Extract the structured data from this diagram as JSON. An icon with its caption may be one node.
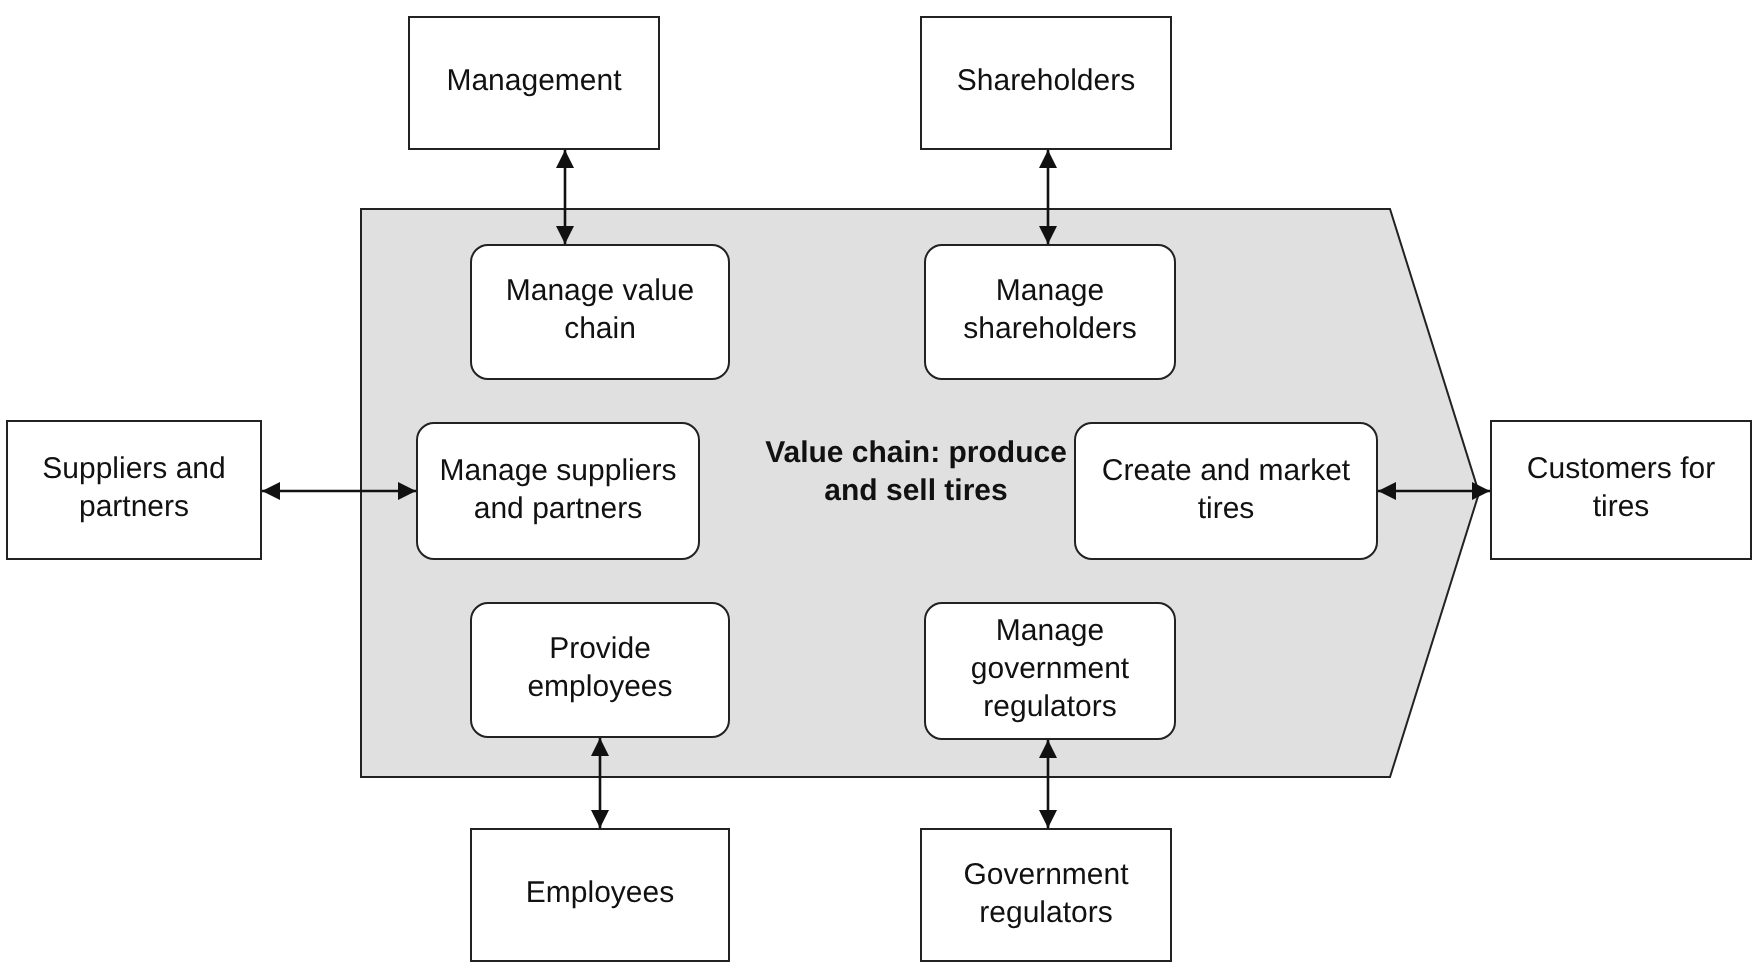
{
  "diagram": {
    "nodes": [
      {
        "text": [
          "Management"
        ]
      },
      {
        "text": [
          "Shareholders"
        ]
      },
      {
        "text": [
          "Suppliers and partners"
        ]
      },
      {
        "text": [
          "Value chain: produce and sell tires"
        ]
      },
      {
        "text": [
          "Manage value chain"
        ],
        "in": 3
      },
      {
        "text": [
          "Manage shareholders"
        ],
        "in": 3
      },
      {
        "text": [
          "Manage suppliers and partners"
        ],
        "in": 3
      },
      {
        "text": [
          "Create and market tires"
        ],
        "in": 3
      },
      {
        "text": [
          "Provide employees"
        ],
        "in": 3
      },
      {
        "text": [
          "Manage government regulators"
        ],
        "in": 3
      },
      {
        "text": [
          "Customers for tires"
        ]
      },
      {
        "text": [
          "Employees"
        ]
      },
      {
        "text": [
          "Government regulators"
        ]
      }
    ],
    "edges": [
      {
        "from": 0,
        "to": 4,
        "arrow": "both"
      },
      {
        "from": 1,
        "to": 5,
        "arrow": "both"
      },
      {
        "from": 2,
        "to": 6,
        "arrow": "both"
      },
      {
        "from": 7,
        "to": 10,
        "arrow": "both"
      },
      {
        "from": 8,
        "to": 11,
        "arrow": "both"
      },
      {
        "from": 9,
        "to": 12,
        "arrow": "both"
      }
    ]
  }
}
